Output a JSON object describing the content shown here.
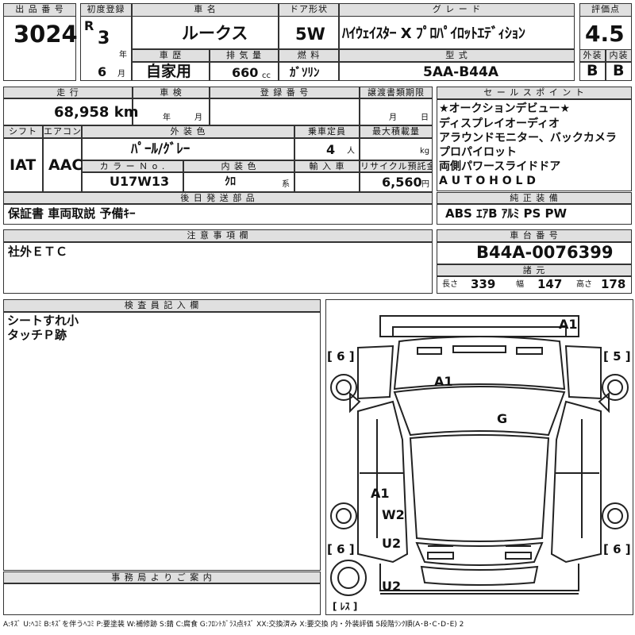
{
  "header": {
    "lot_label": "出 品 番 号",
    "lot_no": "3024",
    "first_reg_label": "初度登録",
    "era": "R",
    "year": "3",
    "year_unit": "年",
    "month": "6",
    "month_unit": "月",
    "name_label": "車 名",
    "name": "ルークス",
    "door_label": "ドア形状",
    "door": "5W",
    "grade_label": "グ レ ー ド",
    "grade": "ﾊｲｳｪｲｽﾀｰ X ﾌﾟﾛﾊﾟｲﾛｯﾄｴﾃﾞｨｼｮﾝ",
    "score_label": "評価点",
    "score": "4.5",
    "usage_label": "車 歴",
    "usage": "自家用",
    "cc_label": "排 気 量",
    "cc": "660",
    "cc_unit": "cc",
    "fuel_label": "燃 料",
    "fuel": "ｶﾞｿﾘﾝ",
    "model_label": "型 式",
    "model": "5AA-B44A",
    "ext_label": "外装",
    "ext": "B",
    "int_label": "内装",
    "int": "B"
  },
  "row2": {
    "mileage_label": "走 行",
    "mileage": "68,958 km",
    "inspection_label": "車 検",
    "insp_year": "年",
    "insp_month": "月",
    "plate_label": "登 録 番 号",
    "transfer_label": "譲渡書類期限",
    "transfer_month": "月",
    "transfer_day": "日",
    "shift_label": "シフト",
    "shift": "IAT",
    "ac_label": "エアコン",
    "ac": "AAC",
    "color_label": "外 装 色",
    "color": "ﾊﾟｰﾙ/ｸﾞﾚｰ",
    "capacity_label": "乗車定員",
    "capacity": "4",
    "capacity_unit": "人",
    "load_label": "最大積載量",
    "load_unit": "kg",
    "color_no_label": "カ ラ ー Ｎ o .",
    "color_no": "U17W13",
    "int_color_label": "内 装 色",
    "int_color": "ｸﾛ",
    "int_color_unit": "系",
    "import_label": "輸 入 車",
    "recycle_label": "リサイクル預託金",
    "recycle": "6,560",
    "recycle_unit": "円"
  },
  "sales": {
    "label": "セ ー ル ス ポ イ ン ト",
    "lines": [
      "★オークションデビュー★",
      "ディスプレイオーディオ",
      "アラウンドモニター、バックカメラ",
      "プロパイロット",
      "両側パワースライドドア",
      "A U T O H O L D"
    ]
  },
  "equip": {
    "label": "純 正 装 備",
    "value": "ABS ｴｱB ｱﾙﾐ PS PW"
  },
  "later": {
    "label": "後 日 発 送 部 品",
    "value": "保証書 車両取説 予備ｷｰ"
  },
  "notes": {
    "label": "注 意 事 項 欄",
    "value": "社外ＥＴＣ"
  },
  "chassis": {
    "label": "車 台 番 号",
    "value": "B44A-0076399",
    "dims_label": "諸 元",
    "len_label": "長さ",
    "len": "339",
    "wid_label": "幅",
    "wid": "147",
    "hei_label": "高さ",
    "hei": "178"
  },
  "inspector": {
    "label": "検 査 員 記 入 欄",
    "lines": [
      "シートすれ小",
      "タッチＰ跡"
    ]
  },
  "office": {
    "label": "事 務 局 よ り ご 案 内"
  },
  "diagram": {
    "marks": {
      "roof": "A1",
      "hood": "A1",
      "windshield": "G",
      "rear_door_left": "A1",
      "rear_door_left2": "W2",
      "rear_quarter_left": "U2",
      "rear_bumper": "U2"
    },
    "tires": {
      "fl": "[ 6 ]",
      "fr": "[ 5 ]",
      "rl": "[ 6 ]",
      "rr": "[ 6 ]",
      "spare": "[ ﾚｽ ]"
    }
  },
  "legend": "A:ｷｽﾞ U:ﾍｺﾐ B:ｷｽﾞを伴うﾍｺﾐ P:要塗装 W:補修跡 S:錆 C:腐食 G:ﾌﾛﾝﾄｶﾞﾗｽ点ｷｽﾞ XX:交換済み X:要交換 内・外装評価 5段階ﾗﾝｸ順(A･B･C･D･E) 2"
}
